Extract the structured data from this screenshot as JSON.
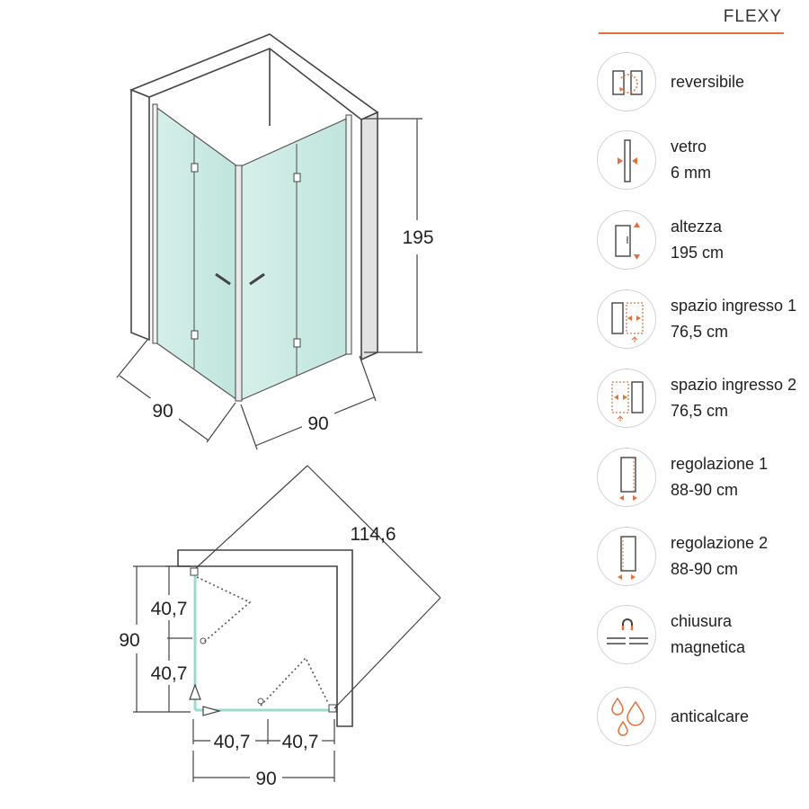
{
  "product": {
    "name": "FLEXY"
  },
  "colors": {
    "accent": "#e4703a",
    "glass": "#bfe6df",
    "wall": "#444444"
  },
  "perspective": {
    "height": "195",
    "width_left": "90",
    "width_right": "90"
  },
  "plan": {
    "diagonal": "114,6",
    "total_height": "90",
    "left_upper": "40,7",
    "left_lower": "40,7",
    "bottom_left": "40,7",
    "bottom_right": "40,7",
    "total_width": "90"
  },
  "features": [
    {
      "icon": "reversible-icon",
      "line1": "reversibile",
      "line2": ""
    },
    {
      "icon": "glass-thickness-icon",
      "line1": "vetro",
      "line2": "6 mm"
    },
    {
      "icon": "height-icon",
      "line1": "altezza",
      "line2": "195 cm"
    },
    {
      "icon": "entry-space-1-icon",
      "line1": "spazio ingresso 1",
      "line2": "76,5 cm"
    },
    {
      "icon": "entry-space-2-icon",
      "line1": "spazio ingresso 2",
      "line2": "76,5 cm"
    },
    {
      "icon": "adjustment-1-icon",
      "line1": "regolazione 1",
      "line2": "88-90 cm"
    },
    {
      "icon": "adjustment-2-icon",
      "line1": "regolazione 2",
      "line2": "88-90 cm"
    },
    {
      "icon": "magnetic-closure-icon",
      "line1": "chiusura",
      "line2": "magnetica"
    },
    {
      "icon": "anti-limescale-icon",
      "line1": "anticalcare",
      "line2": ""
    }
  ]
}
